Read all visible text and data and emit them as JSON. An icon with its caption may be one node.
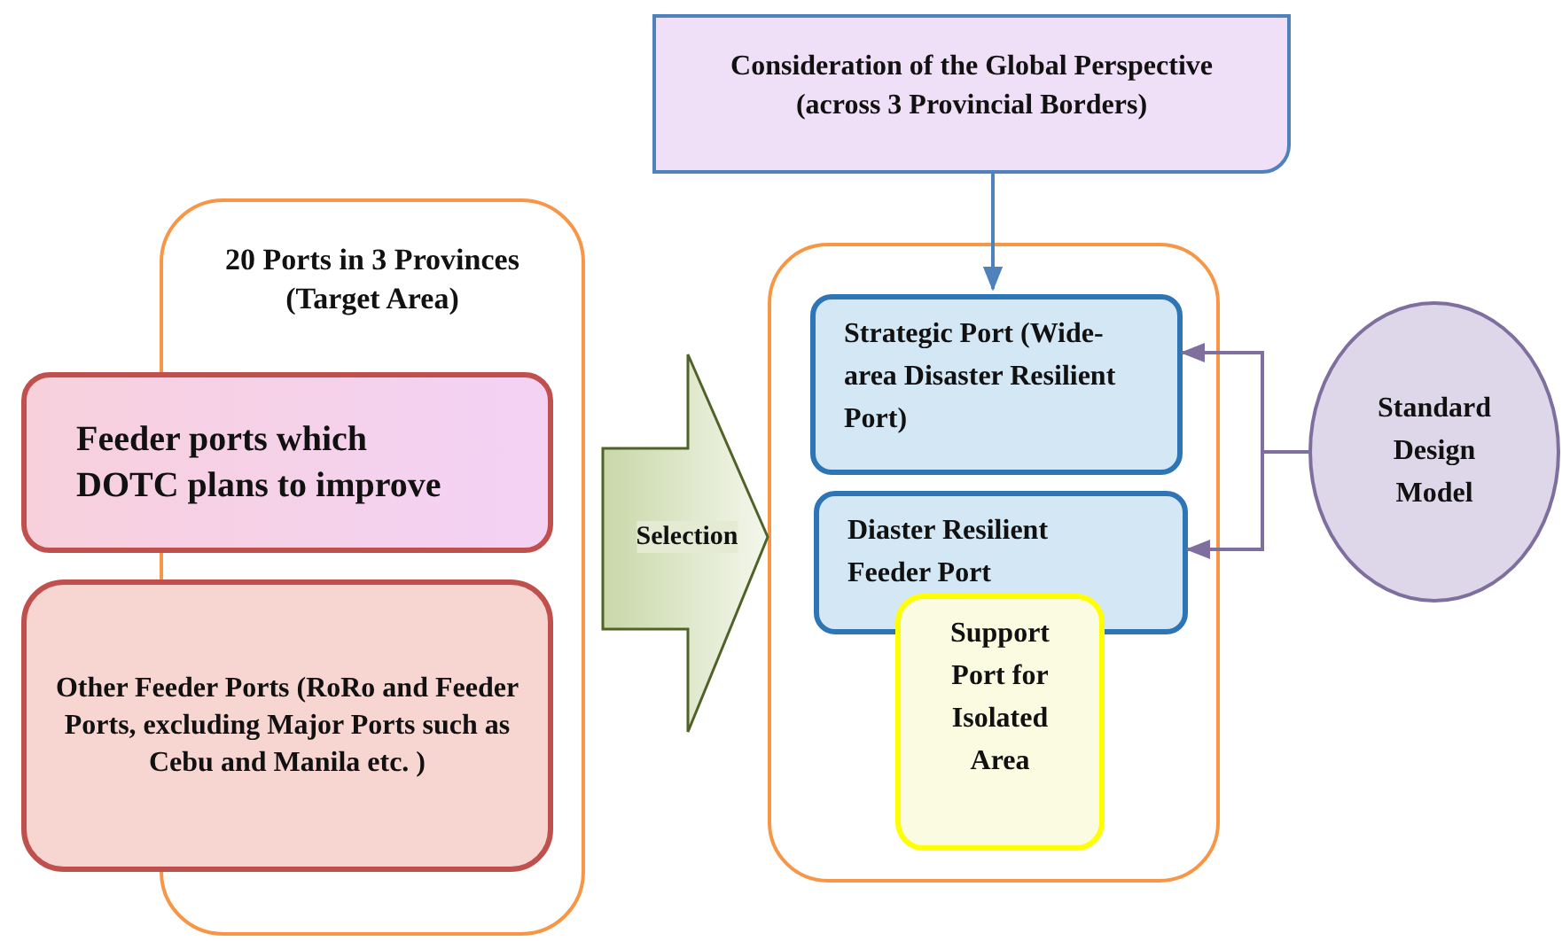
{
  "diagram": {
    "nodes": [
      {
        "text": [
          "20 Ports in 3 Provinces (Target Area)"
        ]
      },
      {
        "text": [
          "Feeder ports which DOTC plans to improve"
        ]
      },
      {
        "text": [
          "Other Feeder Ports (RoRo and Feeder Ports, excluding Major Ports such as Cebu and Manila etc. )"
        ]
      },
      {
        "text": [
          "Consideration of the Global Perspective (across 3 Provincial Borders)"
        ]
      },
      {
        "text": [],
        "shape": "box"
      },
      {
        "text": [
          "Strategic Port (Wide-area Disaster Resilient Port)"
        ],
        "in": 4
      },
      {
        "text": [
          "Diaster Resilient Feeder Port"
        ],
        "in": 4
      },
      {
        "text": [
          "Support Port for Isolated Area"
        ],
        "in": 4
      },
      {
        "text": [
          "Standard Design Model"
        ]
      }
    ],
    "edges": [
      {
        "from": 3,
        "to": 5,
        "arrow": "to",
        "color": "#4f81bd"
      },
      {
        "from": 8,
        "to": 5,
        "arrow": "to"
      },
      {
        "from": 8,
        "to": 6,
        "arrow": "to"
      },
      {
        "from": 0,
        "to": 4,
        "arrow": "to",
        "label": "Selection",
        "style": "thick",
        "color": "#4f6228"
      }
    ]
  }
}
